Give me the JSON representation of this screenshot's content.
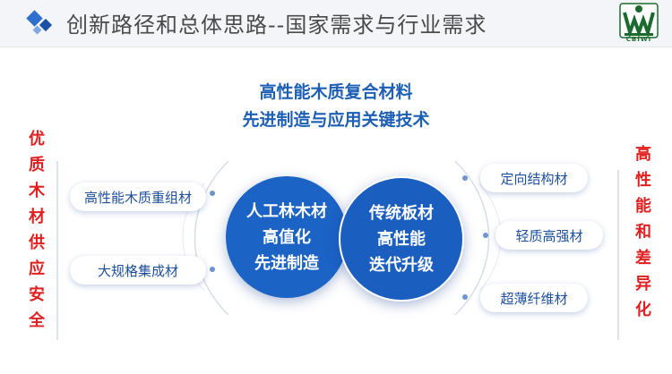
{
  "header": {
    "title": "创新路径和总体思路--国家需求与行业需求",
    "logo_text": "CBIWI"
  },
  "center": {
    "title_line1": "高性能木质复合材料",
    "title_line2": "先进制造与应用关键技术"
  },
  "left_vertical": [
    "优",
    "质",
    "木",
    "材",
    "供",
    "应",
    "安",
    "全"
  ],
  "right_vertical": [
    "高",
    "性",
    "能",
    "和",
    "差",
    "异",
    "化"
  ],
  "left_pills": [
    "高性能木质重组材",
    "大规格集成材"
  ],
  "right_pills": [
    "定向结构材",
    "轻质高强材",
    "超薄纤维材"
  ],
  "circle_left": [
    "人工林木材",
    "高值化",
    "先进制造"
  ],
  "circle_right": [
    "传统板材",
    "高性能",
    "迭代升级"
  ],
  "colors": {
    "accent_blue": "#1c63c6",
    "title_blue": "#1d5fb4",
    "red_text": "#e02020",
    "logo_green": "#1b6b2f"
  },
  "icons": {
    "header_decoration": "blue-diamonds-icon",
    "logo": "cbiwi-logo-icon"
  }
}
